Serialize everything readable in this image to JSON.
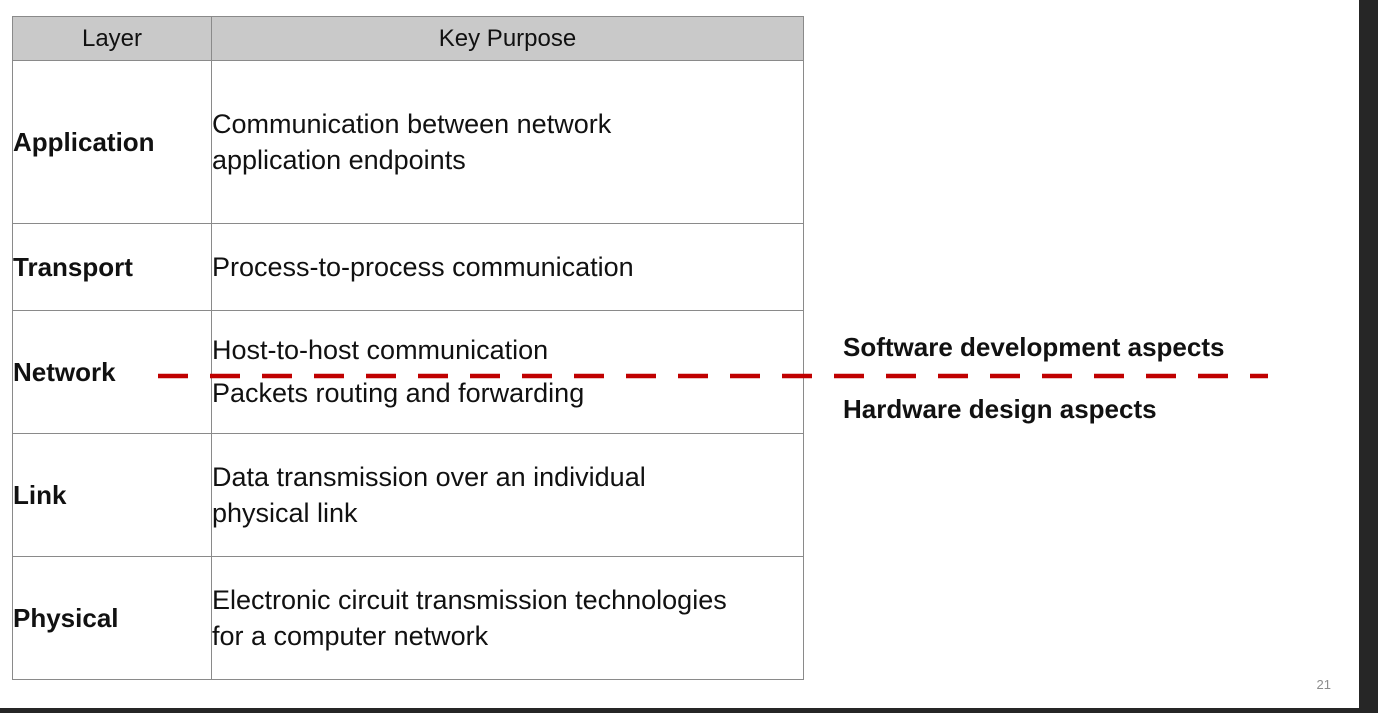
{
  "table": {
    "headers": {
      "layer": "Layer",
      "purpose": "Key Purpose"
    },
    "rows": [
      {
        "layer": "Application",
        "purpose": [
          "Communication between network",
          "application endpoints"
        ]
      },
      {
        "layer": "Transport",
        "purpose": [
          "Process-to-process communication"
        ]
      },
      {
        "layer": "Network",
        "purpose": [
          "Host-to-host communication",
          "Packets routing and forwarding"
        ]
      },
      {
        "layer": "Link",
        "purpose": [
          "Data transmission over an individual",
          "physical link"
        ]
      },
      {
        "layer": "Physical",
        "purpose": [
          "Electronic circuit transmission technologies",
          "for a computer network"
        ]
      }
    ]
  },
  "divider": {
    "above_label": "Software development aspects",
    "below_label": "Hardware design aspects",
    "color": "#c00000"
  },
  "footer": {
    "page_number": "21"
  }
}
